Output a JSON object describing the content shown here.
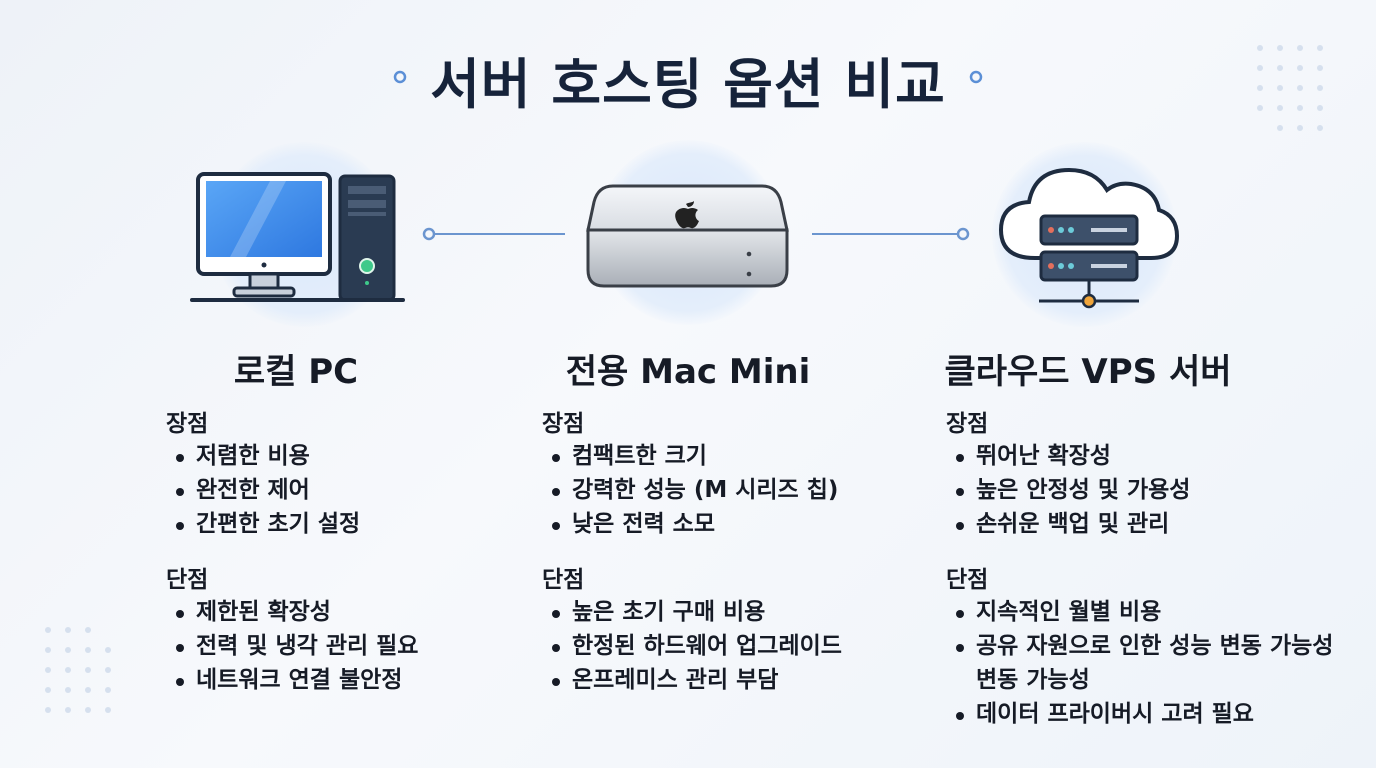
{
  "title": "서버 호스팅 옵션 비교",
  "columns": [
    {
      "name": "로컬 PC",
      "icon": "desktop-pc-icon",
      "pros_label": "장점",
      "pros": [
        "저렴한 비용",
        "완전한 제어",
        "간편한 초기 설정"
      ],
      "cons_label": "단점",
      "cons": [
        "제한된 확장성",
        "전력 및 냉각 관리 필요",
        "네트워크 연결 불안정"
      ]
    },
    {
      "name": "전용 Mac Mini",
      "icon": "mac-mini-icon",
      "pros_label": "장점",
      "pros": [
        "컴팩트한 크기",
        "강력한 성능 (M 시리즈 칩)",
        "낮은 전력 소모"
      ],
      "cons_label": "단점",
      "cons": [
        "높은 초기 구매 비용",
        "한정된 하드웨어 업그레이드",
        "온프레미스 관리 부담"
      ]
    },
    {
      "name": "클라우드 VPS 서버",
      "icon": "cloud-server-icon",
      "pros_label": "장점",
      "pros": [
        "뛰어난 확장성",
        "높은 안정성 및 가용성",
        "손쉬운 백업 및 관리"
      ],
      "cons_label": "단점",
      "cons": [
        "지속적인 월별 비용",
        "공유 자원으로 인한 성능 변동 가능성 변동 가능성",
        "데이터 프라이버시 고려 필요"
      ]
    }
  ],
  "colors": {
    "title": "#16233a",
    "accent": "#5b8fd6",
    "monitor_screen": "#3b8df0",
    "tower": "#2a3b52",
    "power_led": "#3ec98a"
  }
}
